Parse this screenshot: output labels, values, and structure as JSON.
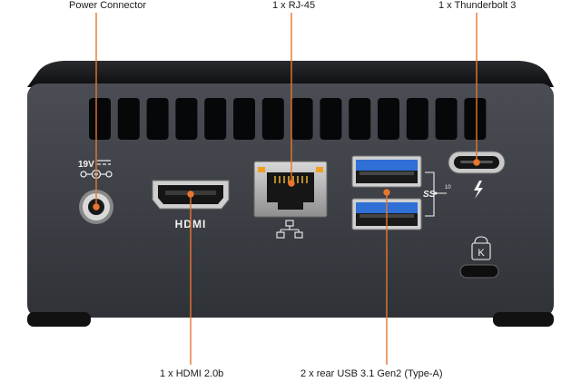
{
  "callouts": {
    "power": "Power Connector",
    "rj45": "1 x RJ-45",
    "thunderbolt": "1 x Thunderbolt 3",
    "hdmi": "1 x HDMI 2.0b",
    "usb": "2 x rear USB 3.1 Gen2 (Type-A)"
  },
  "panel_markings": {
    "voltage": "19V",
    "hdmi_logo": "HDMI",
    "usb_logo": "SS",
    "usb_speed": "10",
    "lock_letter": "K"
  },
  "colors": {
    "callout_line": "#e8762d",
    "usb_port": "#2f6fd6",
    "chassis": "#3c3f45",
    "lid": "#111214"
  },
  "icons": [
    "dc-polarity-icon",
    "network-icon",
    "thunderbolt-icon",
    "superspeed-usb-icon",
    "kensington-lock-icon"
  ]
}
